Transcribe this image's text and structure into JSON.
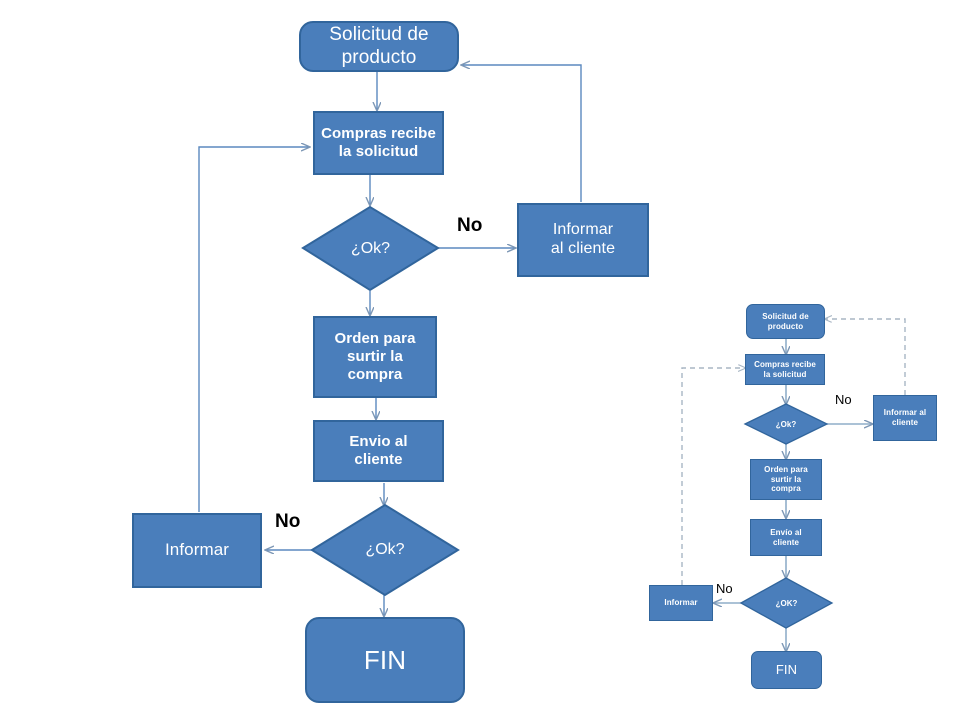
{
  "page": {
    "title": "Diagrama de flujo - Solicitud de producto",
    "background": "#ffffff"
  },
  "colors": {
    "node_fill": "#4a7ebb",
    "node_border": "#31659c",
    "node_text": "#ffffff",
    "connector": "#5b89bf",
    "connector_dashed": "#a8b6c4",
    "label_text": "#000000"
  },
  "main_diagram": {
    "nodes": {
      "start": {
        "label": "Solicitud de\nproducto",
        "shape": "rounded-rectangle"
      },
      "receive": {
        "label": "Compras  recibe\nla solicitud",
        "shape": "rectangle"
      },
      "decision1": {
        "label": "¿Ok?",
        "shape": "diamond"
      },
      "notify_client": {
        "label": "Informar\nal cliente",
        "shape": "rectangle"
      },
      "order": {
        "label": "Orden para\nsurtir la\ncompra",
        "shape": "rectangle"
      },
      "ship": {
        "label": "Envio al\ncliente",
        "shape": "rectangle"
      },
      "decision2": {
        "label": "¿Ok?",
        "shape": "diamond"
      },
      "notify": {
        "label": "Informar",
        "shape": "rectangle"
      },
      "end": {
        "label": "FIN",
        "shape": "rounded-rectangle"
      }
    },
    "edge_labels": {
      "no_top": "No",
      "no_bottom": "No"
    }
  },
  "thumbnail_diagram": {
    "nodes": {
      "start": {
        "label": "Solicitud de\nproducto",
        "shape": "rounded-rectangle"
      },
      "receive": {
        "label": "Compras recibe\nla solicitud",
        "shape": "rectangle"
      },
      "decision1": {
        "label": "¿Ok?",
        "shape": "diamond"
      },
      "notify_client": {
        "label": "Informar al\ncliente",
        "shape": "rectangle"
      },
      "order": {
        "label": "Orden para\nsurtir la\ncompra",
        "shape": "rectangle"
      },
      "ship": {
        "label": "Envío al\ncliente",
        "shape": "rectangle"
      },
      "decision2": {
        "label": "¿OK?",
        "shape": "diamond"
      },
      "notify": {
        "label": "Informar",
        "shape": "rectangle"
      },
      "end": {
        "label": "FIN",
        "shape": "rounded-rectangle"
      }
    },
    "edge_labels": {
      "no_top": "No",
      "no_bottom": "No"
    }
  }
}
